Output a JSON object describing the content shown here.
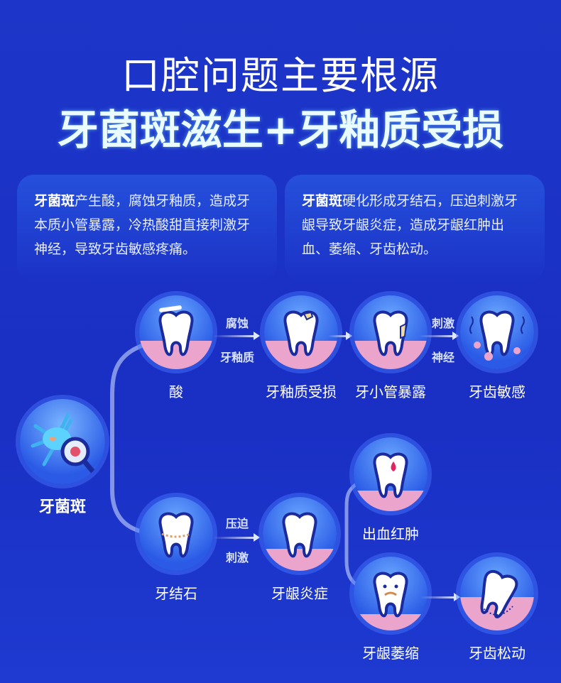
{
  "title_line1": "口腔问题主要根源",
  "title_line2": "牙菌斑滋生+牙釉质受损",
  "cards": [
    {
      "bold": "牙菌斑",
      "text": "产生酸，腐蚀牙釉质，造成牙本质小管暴露，冷热酸甜直接刺激牙神经，导致牙齿敏感疼痛。"
    },
    {
      "bold": "牙菌斑",
      "text": "硬化形成牙结石，压迫刺激牙龈导致牙龈炎症，造成牙龈红肿出血、萎缩、牙齿松动。"
    }
  ],
  "source": "牙菌斑",
  "nodes": {
    "acid": "酸",
    "enamel": "牙釉质受损",
    "tubule": "牙小管暴露",
    "sensitive": "牙齿敏感",
    "tartar": "牙结石",
    "gingivitis": "牙龈炎症",
    "bleeding": "出血红肿",
    "recession": "牙龈萎缩",
    "loose": "牙齿松动"
  },
  "edges": {
    "a1_top": "腐蚀",
    "a1_bot": "牙釉质",
    "a2_top": "刺激",
    "a2_bot": "神经",
    "b1_top": "压迫",
    "b1_bot": "刺激"
  },
  "colors": {
    "bg": "#1a2fc4",
    "gum": "#eba5cc",
    "tooth_outline": "#1b2a9c"
  }
}
